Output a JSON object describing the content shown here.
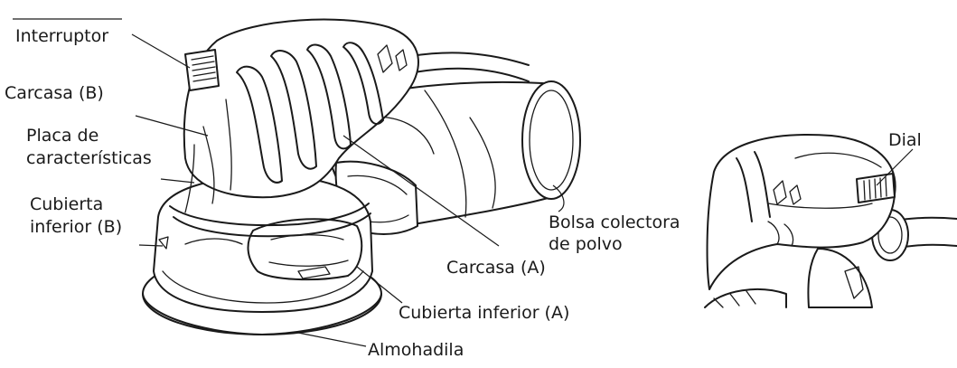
{
  "labels": {
    "interruptor": "Interruptor",
    "carcasa_b": "Carcasa (B)",
    "placa_line1": "Placa de",
    "placa_line2": "características",
    "cubierta_b_line1": "Cubierta",
    "cubierta_b_line2": "inferior (B)",
    "bolsa_line1": "Bolsa colectora",
    "bolsa_line2": "de polvo",
    "carcasa_a": "Carcasa (A)",
    "cubierta_a": "Cubierta inferior (A)",
    "almohadilla": "Almohadila",
    "dial": "Dial"
  }
}
